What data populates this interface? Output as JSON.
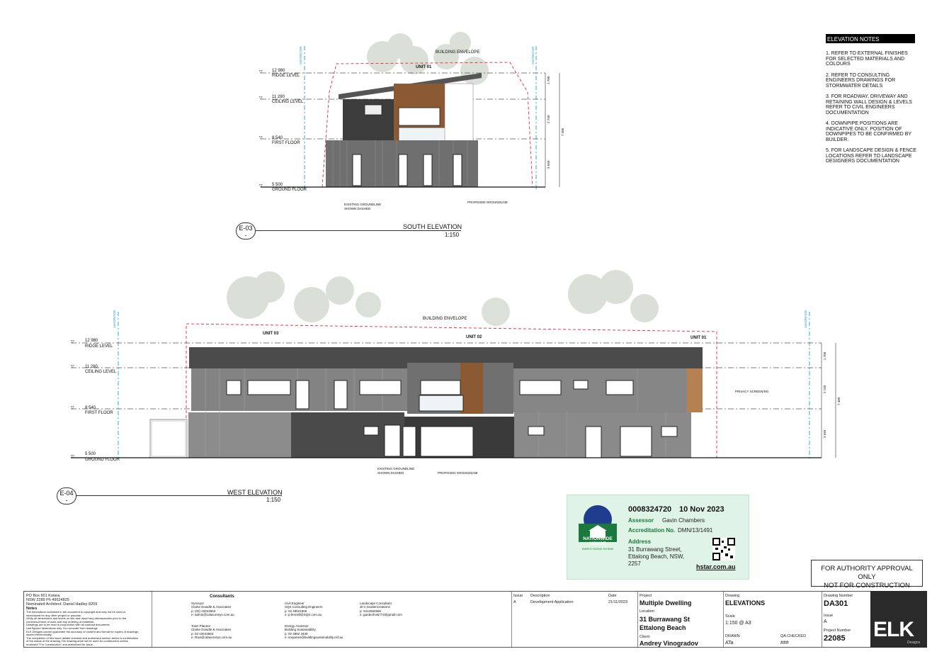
{
  "notes": {
    "heading": "ELEVATION NOTES",
    "items": [
      "1. REFER TO EXTERNAL FINISHES FOR SELECTED MATERIALS AND COLOURS",
      "2. REFER TO CONSULTING ENGINEERS DRAWINGS FOR STORMWATER DETAILS",
      "3. FOR ROADWAY, DRIVEWAY AND RETAINING WALL DESIGN & LEVELS REFER TO CIVIL ENGINEERS DOCUMENTATION",
      "4. DOWNPIPE POSITIONS ARE INDICATIVE ONLY. POSITION OF DOWNPIPES TO BE CONFIRMED BY BUILDER.",
      "5. FOR LANDSCAPE DESIGN & FENCE LOCATIONS REFER TO LANDSCAPE DESIGNERS DOCUMENTATION"
    ]
  },
  "south": {
    "view_id": "E-03",
    "view_sub": "-",
    "title": "SOUTH ELEVATION",
    "scale": "1:150",
    "unit": "UNIT 01",
    "envelope": "BUILDING ENVELOPE",
    "boundary": "BOUNDARY",
    "levels": [
      {
        "value": "12 980",
        "name": "RIDGE LEVEL"
      },
      {
        "value": "11 280",
        "name": "CEILING LEVEL"
      },
      {
        "value": "8 540",
        "name": "FIRST FLOOR"
      },
      {
        "value": "5 500",
        "name": "GROUND FLOOR"
      }
    ],
    "dims": [
      "1 700",
      "2 740",
      "3 040",
      "7 480"
    ],
    "existing": "EXISTING GROUNDLINE",
    "shown_dashed": "SHOWN DASHED",
    "proposed": "PROPOSED GROUNDLINE"
  },
  "west": {
    "view_id": "E-04",
    "view_sub": "-",
    "title": "WEST ELEVATION",
    "scale": "1:150",
    "units": [
      "UNIT 03",
      "UNIT 02",
      "UNIT 01"
    ],
    "envelope": "BUILDING ENVELOPE",
    "privacy": "PRIVACY SCREENING",
    "boundary": "BOUNDARY",
    "levels": [
      {
        "value": "12 980",
        "name": "RIDGE LEVEL"
      },
      {
        "value": "11 280",
        "name": "CEILING LEVEL"
      },
      {
        "value": "8 540",
        "name": "FIRST FLOOR"
      },
      {
        "value": "5 500",
        "name": "GROUND FLOOR"
      }
    ],
    "dims": [
      "1 700",
      "2 740",
      "3 040",
      "7 480"
    ],
    "existing": "EXISTING GROUNDLINE",
    "shown_dashed": "SHOWN DASHED",
    "proposed": "PROPOSED GROUNDLINE"
  },
  "nathers": {
    "cert_no": "0008324720",
    "date": "10 Nov 2023",
    "assessor_label": "Assessor",
    "assessor": "Gavin Chambers",
    "accreditation_label": "Accreditation No.",
    "accreditation": "DMN/13/1491",
    "address_label": "Address",
    "address_lines": [
      "31 Burrawang Street,",
      "Ettalong Beach, NSW,",
      "2257"
    ],
    "url": "hstar.com.au",
    "logo_text": "NATIONWIDE HOUSE",
    "logo_sub": "ENERGY RATING SCHEME"
  },
  "authority": [
    "FOR AUTHORITY APPROVAL ONLY",
    "NOT FOR CONSTRUCTION"
  ],
  "titleblock": {
    "architect": {
      "lines": [
        "PO Box 601 Kotara",
        "NSW 2289 Ph 49524825",
        "Nominated Architect: Daniel Hadley 8209"
      ],
      "notes_label": "Notes",
      "notes": [
        "The information contained in the document is copyright and may not be used or",
        "reproduced for any other project or purpose.",
        "Verify all dimensions and levels on site and report any discrepancies prior to the",
        "commencement of work and any ordering of materials.",
        "Drawings are to be read in conjunction with all contract documents",
        "Use figured dimensions only. Do not scale from drawings",
        "ELK Designs cannot guarantee the accuracy of content and format for copies of drawings",
        "issued electronically.",
        "The completion of this issue details checked and authorised section below is confirmation",
        "of the status of the drawing.The drawing shall not be used for construction unless",
        "endorsed \"For Construction\" and authorised for issue."
      ]
    },
    "consultants_label": "Consultants",
    "consultants": [
      {
        "role": "Surveyor",
        "name": "Clarke Dowdle & Associates",
        "p": "p: (02) 43443553",
        "e": "e: admin@cdasurveys.com.au"
      },
      {
        "role": "Civil Engineer",
        "name": "SQS Consulting Engineers",
        "p": "p: 02 49521666",
        "e": "e: p.fennell@SQS.com.au"
      },
      {
        "role": "Landscape Consultant",
        "name": "JK's Gardencreations",
        "p": "p: 0412582966",
        "e": "e: gardenfor&774@gmail.com"
      },
      {
        "role": "Town Planner",
        "name": "Clarke Dowdle & Associates",
        "p": "p: 02 43443553",
        "e": "e: Ravi@cdasurveys.com.au"
      },
      {
        "role": "Energy Assessor",
        "name": "Building Sustainability",
        "p": "p: 02 4962 3439",
        "e": "e: enquiries@buildingsustainability.nsf.au"
      }
    ],
    "issue_label": "Issue",
    "description_label": "Description",
    "date_label": "Date",
    "issue": "A",
    "description": "Development Application",
    "date": "21/11/2023",
    "project_label": "Project",
    "project": "Multiple Dwelling",
    "location_label": "Location",
    "location_1": "31 Burrawang St",
    "location_2": "Ettalong Beach",
    "client_label": "Client",
    "client": "Andrey Vinogradov",
    "drawing_label": "Drawing",
    "drawing": "ELEVATIONS",
    "scale_label": "Scale",
    "scale": "1:150 @ A3",
    "drawn_label": "DRAWN",
    "drawn": "ATa",
    "qa_label": "QA CHECKED",
    "qa": "###",
    "drawing_number_label": "Drawing Number",
    "drawing_number": "DA301",
    "issue2_label": "Issue",
    "issue2": "A",
    "project_number_label": "Project Number",
    "project_number": "22085",
    "logo": "ELK",
    "logo_sub": "Designs"
  }
}
